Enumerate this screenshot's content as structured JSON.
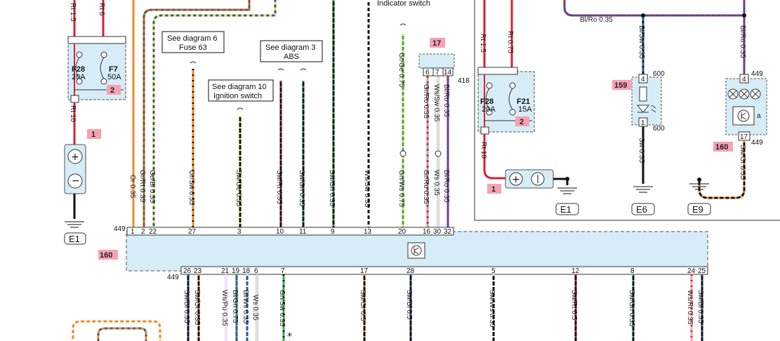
{
  "title_fragment": "Indicator switch",
  "callouts": {
    "diag6": [
      "See diagram 6",
      "Fuse 63"
    ],
    "diag3": [
      "See diagram 3",
      "ABS"
    ],
    "diag10": [
      "See diagram 10",
      "Ignition switch"
    ]
  },
  "badges": {
    "b1_left": "1",
    "b2_left": "2",
    "b160_left": "160",
    "b17": "17",
    "b2_right": "2",
    "b1_right": "1",
    "b159": "159",
    "b160_right": "160"
  },
  "fuses_left": {
    "f1": "F28",
    "f1_rating": "20A",
    "f2": "F7",
    "f2_rating": "50A"
  },
  "fuses_right": {
    "f1": "F28",
    "f1_rating": "20A",
    "f2": "F21",
    "f2_rating": "15A"
  },
  "connector_refs": {
    "c449_top": "449",
    "c449_bottom": "449",
    "c418": "418",
    "c600_top": "600",
    "c600_bottom": "600",
    "c449_r_top": "449",
    "c449_r_bottom": "449"
  },
  "grounds": {
    "e1_left": "E1",
    "e1_right": "E1",
    "e6": "E6",
    "e9": "E9"
  },
  "wires_top_left": {
    "w1": "Rt 1.5",
    "w2": "Rt 6",
    "w3": "Rt 10"
  },
  "wires_main": [
    {
      "pin": "1",
      "label": "Or 0.35"
    },
    {
      "pin": "2",
      "label": "Gr/Rt 0.35"
    },
    {
      "pin": "22",
      "label": "Ge/Bl 0.35"
    },
    {
      "pin": "27",
      "label": "Or/Sw 0.35"
    },
    {
      "pin": "3",
      "label": "Sw/Ge 0.35"
    },
    {
      "pin": "10",
      "label": "Sw/Rt 0.35"
    },
    {
      "pin": "11",
      "label": "Sw/Gn 0.35"
    },
    {
      "pin": "9",
      "label": "Sw/Gn 0.35"
    },
    {
      "pin": "13",
      "label": "Ws/Sw 0.35"
    },
    {
      "pin": "20",
      "label": "Gn/Ws 0.75"
    },
    {
      "pin": "16",
      "label": "Gr/Ro 0.35"
    },
    {
      "pin": "30",
      "label": "Ws 0.35"
    },
    {
      "pin": "32",
      "label": "Bl/Ro 0.35"
    }
  ],
  "wires_17conn": {
    "p6": "6",
    "p7": "7",
    "p14": "14",
    "l1": "Gr/Ge 0.75",
    "l2": "Gr/Ro 0.35",
    "l3": "Ws/Sw 0.35",
    "l4": "Bl/Ro 0.35"
  },
  "wires_right": {
    "rt15": "Rt 1.5",
    "rt075": "Rt 0.75",
    "rt10": "Rt 10",
    "blro_h": "Bl/Ro 0.35",
    "blsw": "Bl/Sw 0.35",
    "blro_v": "Bl/Ro 0.35",
    "sw": "Sw 0.35",
    "swor": "Sw/Or 0.35",
    "p4a": "4",
    "p1a": "1",
    "p4b": "4",
    "p17b": "17",
    "pa": "a"
  },
  "wires_bottom": [
    {
      "pin": "26",
      "label": "Sw/Bl 0.35"
    },
    {
      "pin": "23",
      "label": "Sw/Or 0.35"
    },
    {
      "pin": "21",
      "label": "Ws/Pu 0.35"
    },
    {
      "pin": "19",
      "label": "Bl/Gn 0.75"
    },
    {
      "pin": "18",
      "label": "Bl/Ws 0.35"
    },
    {
      "pin": "6",
      "label": "Ws 0.35"
    },
    {
      "pin": "7",
      "label": "Gn/Sw 0.35"
    },
    {
      "pin": "17",
      "label": "Sw/Or 0.5"
    },
    {
      "pin": "28",
      "label": "Sw/Bl 0.5"
    },
    {
      "pin": "5",
      "label": "Sw/Ws 0.35"
    },
    {
      "pin": "12",
      "label": "Sw/Rt 0.5"
    },
    {
      "pin": "8",
      "label": "Sw/Gn 0.35"
    },
    {
      "pin": "24",
      "label": "Ws/Rt 0.35"
    },
    {
      "pin": "25",
      "label": "Sw/Bl 0.35"
    }
  ],
  "asterisk": "*"
}
